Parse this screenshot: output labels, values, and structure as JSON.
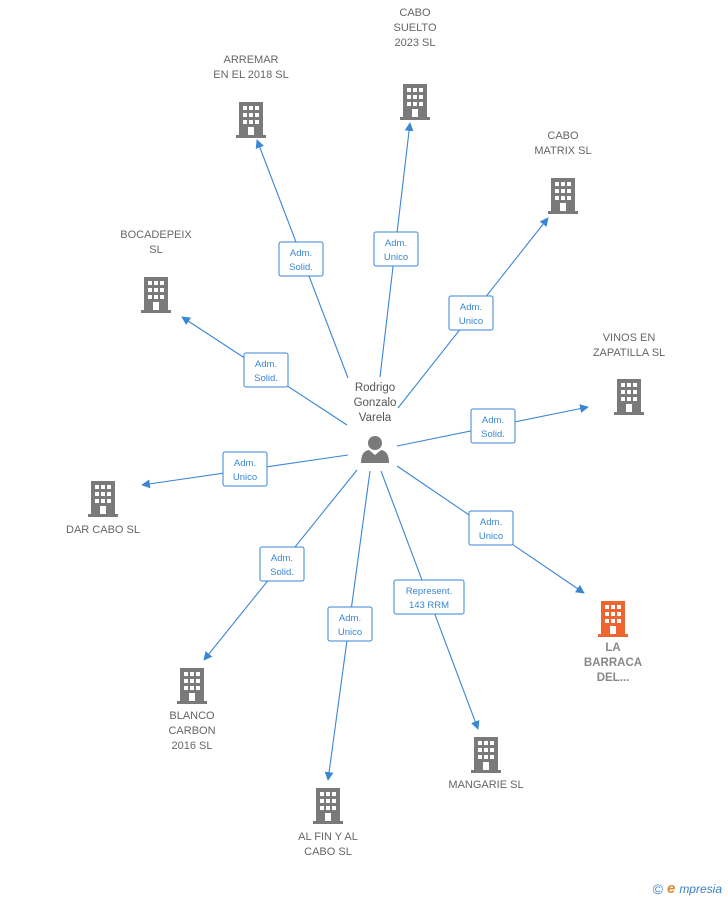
{
  "center": {
    "name_lines": [
      "Rodrigo",
      "Gonzalo",
      "Varela"
    ],
    "icon": "person-icon"
  },
  "companies": [
    {
      "id": "arremar",
      "label_lines": [
        "ARREMAR",
        "EN EL 2018  SL"
      ],
      "icon": "building-icon",
      "highlight": false,
      "role_lines": [
        "Adm.",
        "Solid."
      ]
    },
    {
      "id": "cabo-suelto",
      "label_lines": [
        "CABO",
        "SUELTO",
        "2023  SL"
      ],
      "icon": "building-icon",
      "highlight": false,
      "role_lines": [
        "Adm.",
        "Unico"
      ]
    },
    {
      "id": "cabo-matrix",
      "label_lines": [
        "CABO",
        "MATRIX  SL"
      ],
      "icon": "building-icon",
      "highlight": false,
      "role_lines": [
        "Adm.",
        "Unico"
      ]
    },
    {
      "id": "bocadepeix",
      "label_lines": [
        "BOCADEPEIX",
        "SL"
      ],
      "icon": "building-icon",
      "highlight": false,
      "role_lines": [
        "Adm.",
        "Solid."
      ]
    },
    {
      "id": "vinos-en-zapatilla",
      "label_lines": [
        "VINOS EN",
        "ZAPATILLA  SL"
      ],
      "icon": "building-icon",
      "highlight": false,
      "role_lines": [
        "Adm.",
        "Solid."
      ]
    },
    {
      "id": "dar-cabo",
      "label_lines": [
        "DAR CABO  SL"
      ],
      "icon": "building-icon",
      "highlight": false,
      "role_lines": [
        "Adm.",
        "Unico"
      ]
    },
    {
      "id": "la-barraca",
      "label_lines": [
        "LA",
        "BARRACA",
        "DEL..."
      ],
      "icon": "building-icon",
      "highlight": true,
      "role_lines": [
        "Adm.",
        "Unico"
      ]
    },
    {
      "id": "blanco-carbon",
      "label_lines": [
        "BLANCO",
        "CARBON",
        "2016  SL"
      ],
      "icon": "building-icon",
      "highlight": false,
      "role_lines": [
        "Adm.",
        "Solid."
      ]
    },
    {
      "id": "al-fin-y-al-cabo",
      "label_lines": [
        "AL FIN Y AL",
        "CABO  SL"
      ],
      "icon": "building-icon",
      "highlight": false,
      "role_lines": [
        "Adm.",
        "Unico"
      ]
    },
    {
      "id": "mangarie",
      "label_lines": [
        "MANGARIE  SL"
      ],
      "icon": "building-icon",
      "highlight": false,
      "role_lines": [
        "Represent.",
        "143 RRM"
      ]
    }
  ],
  "colors": {
    "edge": "#3a86d4",
    "building": "#7a7a7a",
    "building_highlight": "#f0652f",
    "person": "#7a7a7a"
  },
  "footer": {
    "copyright": "©",
    "brand_initial": "e",
    "brand_rest": "mpresia"
  }
}
